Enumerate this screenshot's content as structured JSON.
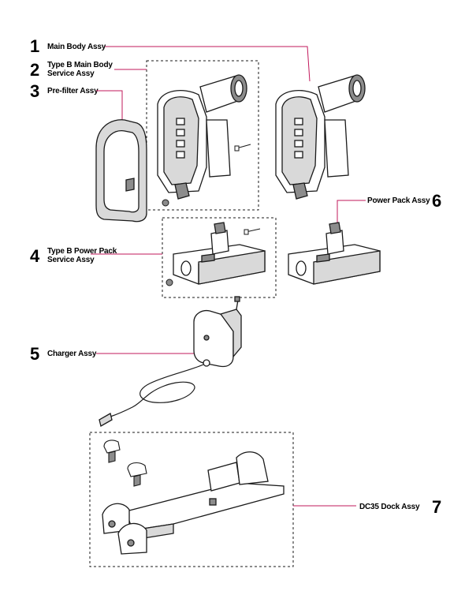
{
  "colors": {
    "leader": "#c2185b",
    "outline": "#1a1a1a",
    "fill_light": "#ffffff",
    "fill_mid": "#d9d9d9",
    "fill_dark": "#8c8c8c"
  },
  "parts": [
    {
      "id": "main-body",
      "number": "1",
      "label": "Main Body Assy",
      "label_line2": ""
    },
    {
      "id": "type-b-main-body",
      "number": "2",
      "label": "Type B Main Body",
      "label_line2": "Service Assy"
    },
    {
      "id": "pre-filter",
      "number": "3",
      "label": "Pre-filter Assy",
      "label_line2": ""
    },
    {
      "id": "type-b-power-pack",
      "number": "4",
      "label": "Type B Power Pack",
      "label_line2": "Service Assy"
    },
    {
      "id": "charger",
      "number": "5",
      "label": "Charger Assy",
      "label_line2": ""
    },
    {
      "id": "power-pack",
      "number": "6",
      "label": "Power Pack Assy",
      "label_line2": ""
    },
    {
      "id": "dock",
      "number": "7",
      "label": "DC35 Dock Assy",
      "label_line2": ""
    }
  ],
  "icons": {
    "main_body": "vacuum-main-body-icon",
    "pre_filter": "pre-filter-icon",
    "power_pack": "battery-pack-icon",
    "charger": "charger-plug-icon",
    "dock": "wall-dock-icon",
    "screw": "screw-icon"
  }
}
